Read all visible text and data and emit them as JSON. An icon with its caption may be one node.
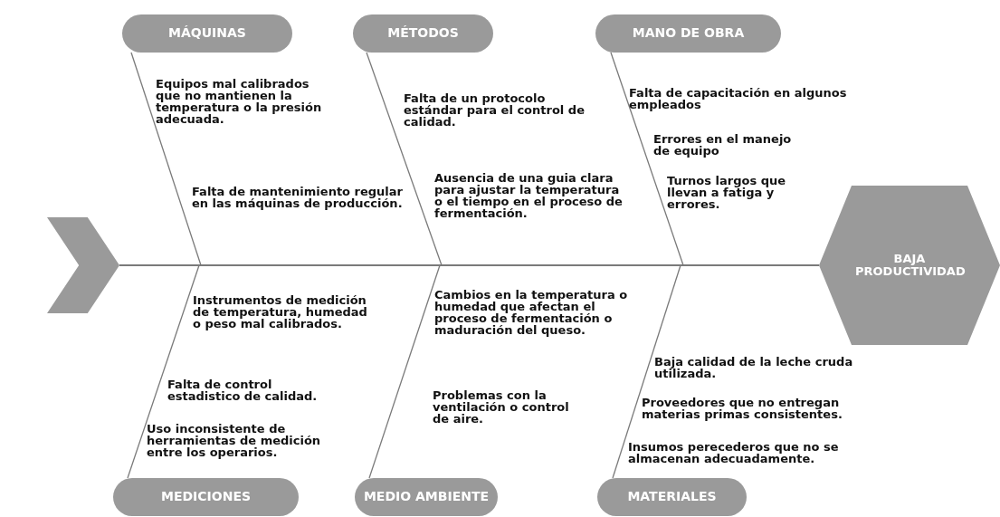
{
  "diagram": {
    "nodes": [
      {
        "text": [
          "MÁQUINAS"
        ]
      },
      {
        "text": [
          "MÉTODOS"
        ]
      },
      {
        "text": [
          "MANO DE OBRA"
        ]
      },
      {
        "text": [
          "MEDICIONES"
        ]
      },
      {
        "text": [
          "MEDIO AMBIENTE"
        ]
      },
      {
        "text": [
          "MATERIALES"
        ]
      },
      {
        "text": [
          "BAJA PRODUCTIVIDAD"
        ]
      },
      {
        "text": [],
        "shape": "chevron"
      }
    ],
    "edges": [
      {
        "from": 7,
        "to": 6,
        "arrow": "none"
      },
      {
        "from": 0,
        "to": null,
        "arrow": "none"
      },
      {
        "from": 1,
        "to": null,
        "arrow": "none"
      },
      {
        "from": 2,
        "to": null,
        "arrow": "none"
      },
      {
        "from": 3,
        "to": null,
        "arrow": "none"
      },
      {
        "from": 4,
        "to": null,
        "arrow": "none"
      },
      {
        "from": 5,
        "to": null,
        "arrow": "none"
      }
    ],
    "labels": [
      "Equipos mal calibrados que no mantienen la temperatura o la presión adecuada.",
      "Falta de un protocolo estándar para el control de calidad.",
      "Falta de capacitación en algunos empleados",
      "Errores en el manejo de equipo",
      "Falta de mantenimiento regular en las máquinas de producción.",
      "Ausencia de una guia clara para ajustar la temperatura o el tiempo en el proceso de fermentación.",
      "Turnos largos que llevan a fatiga y errores.",
      "Instrumentos de medición de temperatura, humedad o peso mal calibrados.",
      "Cambios en la temperatura o humedad que afectan el proceso de fermentación o maduración del queso.",
      "Baja calidad de la leche cruda utilizada.",
      "Falta de control estadistico de calidad.",
      "Proveedores que no entregan materias primas consistentes.",
      "Problemas con la ventilación o control de aire.",
      "Uso inconsistente de herramientas de medición entre los operarios.",
      "Insumos perecederos que no se almacenan adecuadamente."
    ]
  }
}
